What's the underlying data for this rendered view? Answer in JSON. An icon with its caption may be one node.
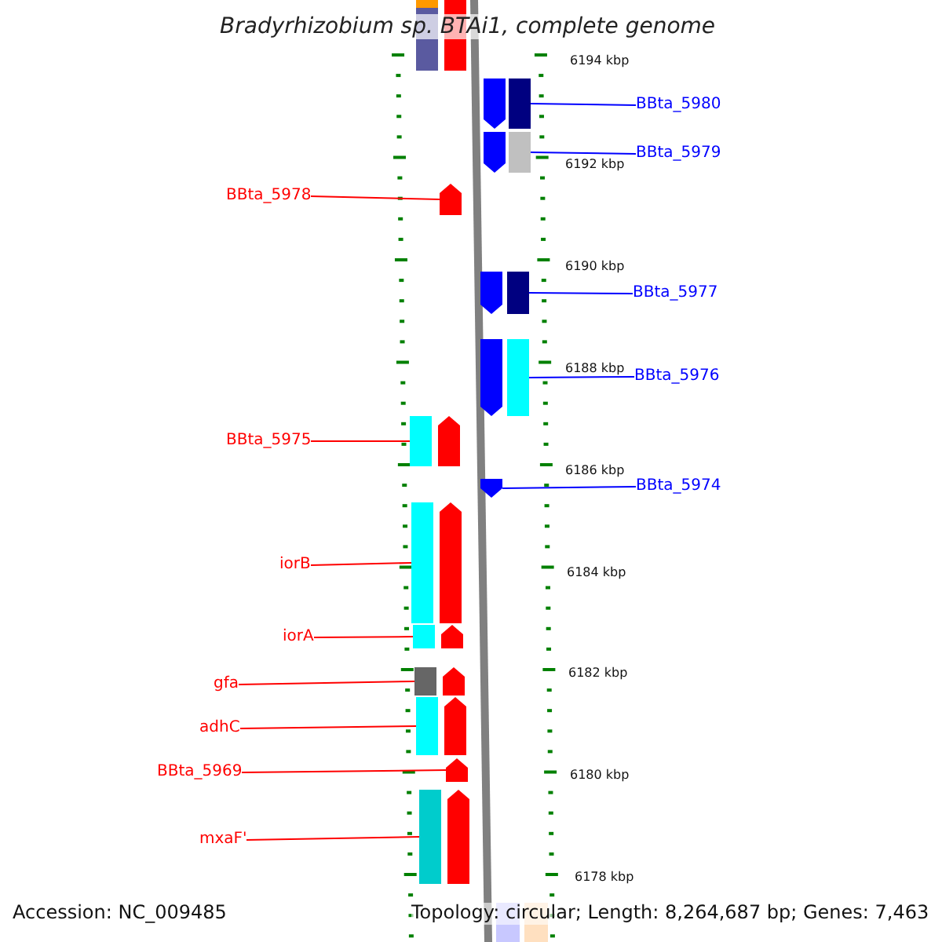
{
  "diagram": {
    "title": "Bradyrhizobium sp. BTAi1, complete genome",
    "nodes": [
      {
        "text": [
          "BBta_5980"
        ]
      },
      {
        "text": [],
        "shape": "bar"
      },
      {
        "text": [
          "BBta_5979"
        ]
      },
      {
        "text": [],
        "shape": "bar"
      },
      {
        "text": [
          "BBta_5978"
        ]
      },
      {
        "text": [],
        "shape": "bar"
      },
      {
        "text": [
          "BBta_5977"
        ]
      },
      {
        "text": [],
        "shape": "bar"
      },
      {
        "text": [
          "BBta_5976"
        ]
      },
      {
        "text": [],
        "shape": "bar"
      },
      {
        "text": [
          "BBta_5975"
        ]
      },
      {
        "text": [],
        "shape": "bar"
      },
      {
        "text": [
          "BBta_5974"
        ]
      },
      {
        "text": [],
        "shape": "bar"
      },
      {
        "text": [
          "iorB"
        ]
      },
      {
        "text": [],
        "shape": "bar"
      },
      {
        "text": [
          "iorA"
        ]
      },
      {
        "text": [],
        "shape": "bar"
      },
      {
        "text": [
          "gfa"
        ]
      },
      {
        "text": [],
        "shape": "bar"
      },
      {
        "text": [
          "adhC"
        ]
      },
      {
        "text": [],
        "shape": "bar"
      },
      {
        "text": [
          "BBta_5969"
        ]
      },
      {
        "text": [],
        "shape": "bar"
      },
      {
        "text": [
          "mxaF'"
        ]
      },
      {
        "text": [],
        "shape": "bar"
      }
    ],
    "edges": [
      {
        "from": 0,
        "to": 1,
        "arrow": "none",
        "color": "#0000ff"
      },
      {
        "from": 2,
        "to": 3,
        "arrow": "none",
        "color": "#0000ff"
      },
      {
        "from": 4,
        "to": 5,
        "arrow": "none"
      },
      {
        "from": 6,
        "to": 7,
        "arrow": "none",
        "color": "#0000ff"
      },
      {
        "from": 8,
        "to": 9,
        "arrow": "none",
        "color": "#0000ff"
      },
      {
        "from": 10,
        "to": 11,
        "arrow": "none"
      },
      {
        "from": 12,
        "to": 13,
        "arrow": "none",
        "color": "#0000ff"
      },
      {
        "from": 14,
        "to": 15,
        "arrow": "none"
      },
      {
        "from": 16,
        "to": 17,
        "arrow": "none"
      },
      {
        "from": 18,
        "to": 19,
        "arrow": "none"
      },
      {
        "from": 20,
        "to": 21,
        "arrow": "none"
      },
      {
        "from": 22,
        "to": 23,
        "arrow": "none"
      },
      {
        "from": 24,
        "to": 25,
        "arrow": "none"
      }
    ],
    "labels": [
      "6194 kbp",
      "6192 kbp",
      "6190 kbp",
      "6188 kbp",
      "6186 kbp",
      "6184 kbp",
      "6182 kbp",
      "6180 kbp",
      "6178 kbp",
      "Accession: NC_009485",
      "Topology: circular; Length: 8,264,687 bp; Genes: 7,463"
    ]
  }
}
